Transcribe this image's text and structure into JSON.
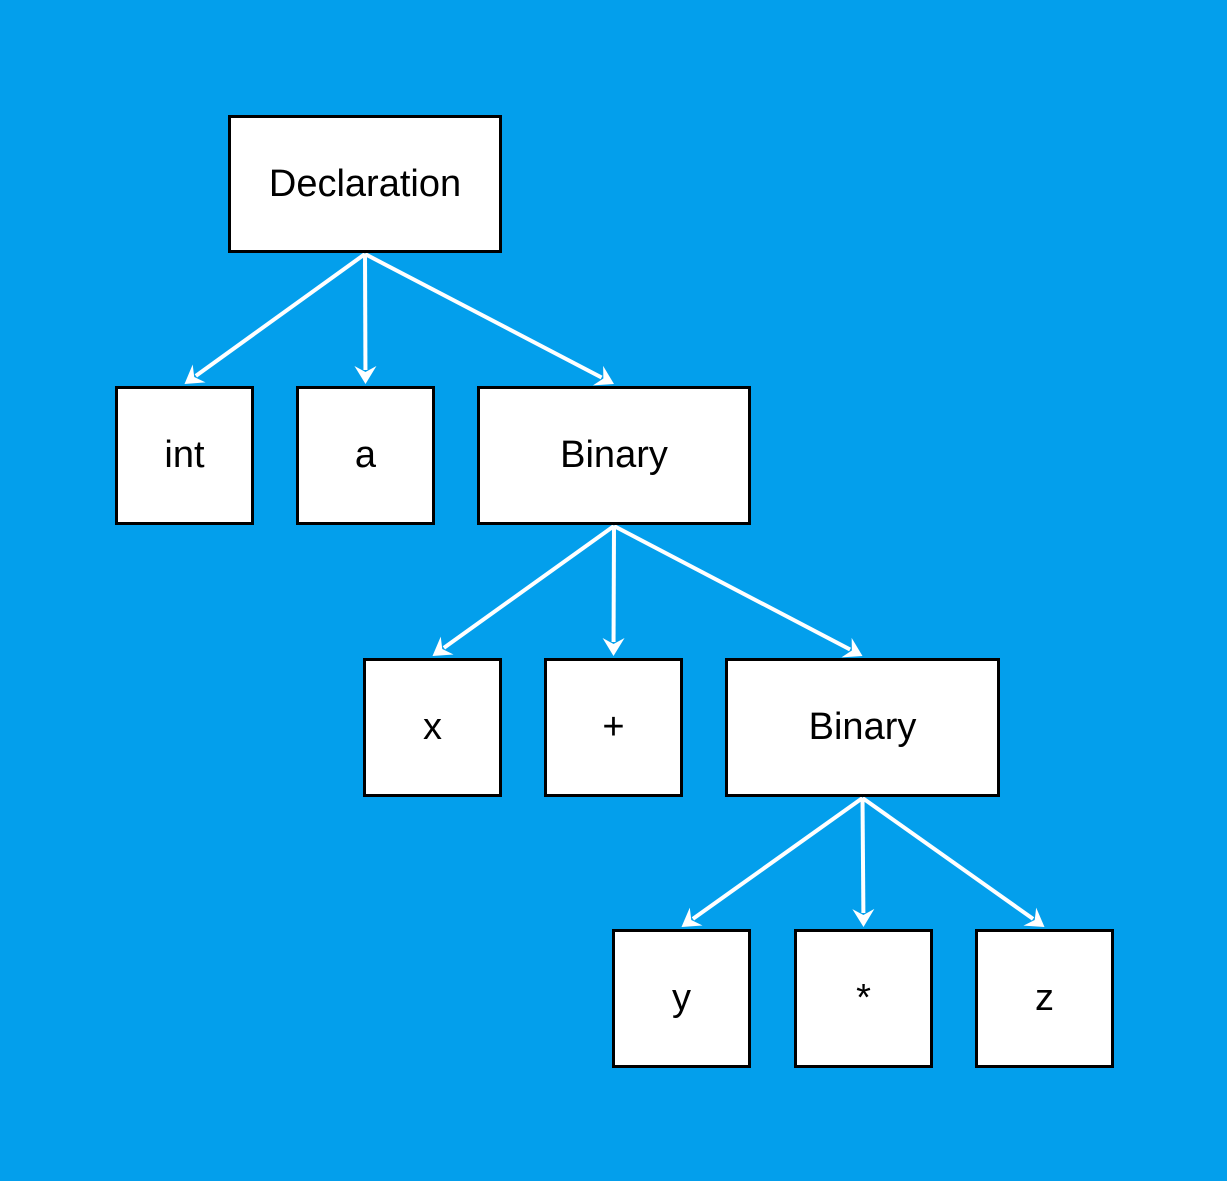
{
  "diagram": {
    "background_color": "#039fec",
    "node_fill": "#ffffff",
    "node_stroke": "#000000",
    "edge_color": "#ffffff",
    "nodes": {
      "declaration": "Declaration",
      "int": "int",
      "a": "a",
      "binary1": "Binary",
      "x": "x",
      "plus": "+",
      "binary2": "Binary",
      "y": "y",
      "star": "*",
      "z": "z"
    },
    "edges": [
      [
        "declaration",
        "int"
      ],
      [
        "declaration",
        "a"
      ],
      [
        "declaration",
        "binary1"
      ],
      [
        "binary1",
        "x"
      ],
      [
        "binary1",
        "plus"
      ],
      [
        "binary1",
        "binary2"
      ],
      [
        "binary2",
        "y"
      ],
      [
        "binary2",
        "star"
      ],
      [
        "binary2",
        "z"
      ]
    ]
  }
}
